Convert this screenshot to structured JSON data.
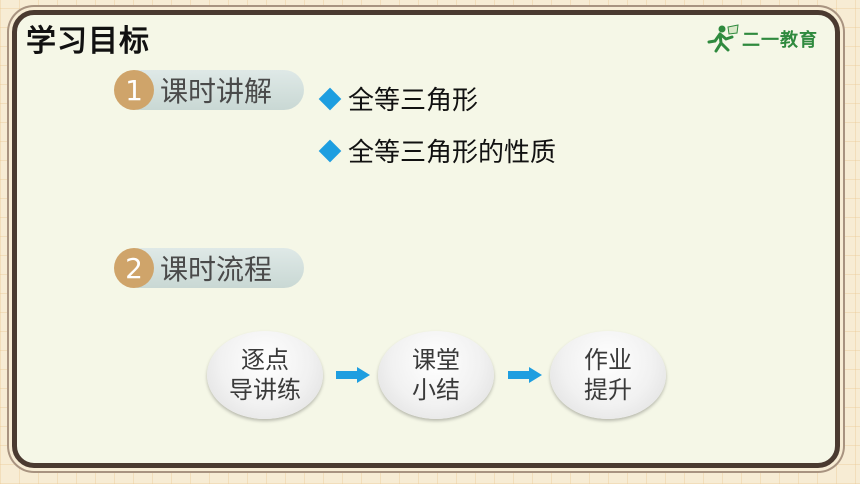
{
  "header": {
    "title": "学习目标",
    "logo_text": "二一教育"
  },
  "sections": [
    {
      "number": "1",
      "label": "课时讲解"
    },
    {
      "number": "2",
      "label": "课时流程"
    }
  ],
  "bullets": [
    "全等三角形",
    "全等三角形的性质"
  ],
  "steps": [
    {
      "line1": "逐点",
      "line2": "导讲练"
    },
    {
      "line1": "课堂",
      "line2": "小结"
    },
    {
      "line1": "作业",
      "line2": "提升"
    }
  ],
  "colors": {
    "accent": "#1e9ee0",
    "number_badge": "#cfa46a",
    "frame": "#4a3a30",
    "board": "#f5f7e7"
  }
}
